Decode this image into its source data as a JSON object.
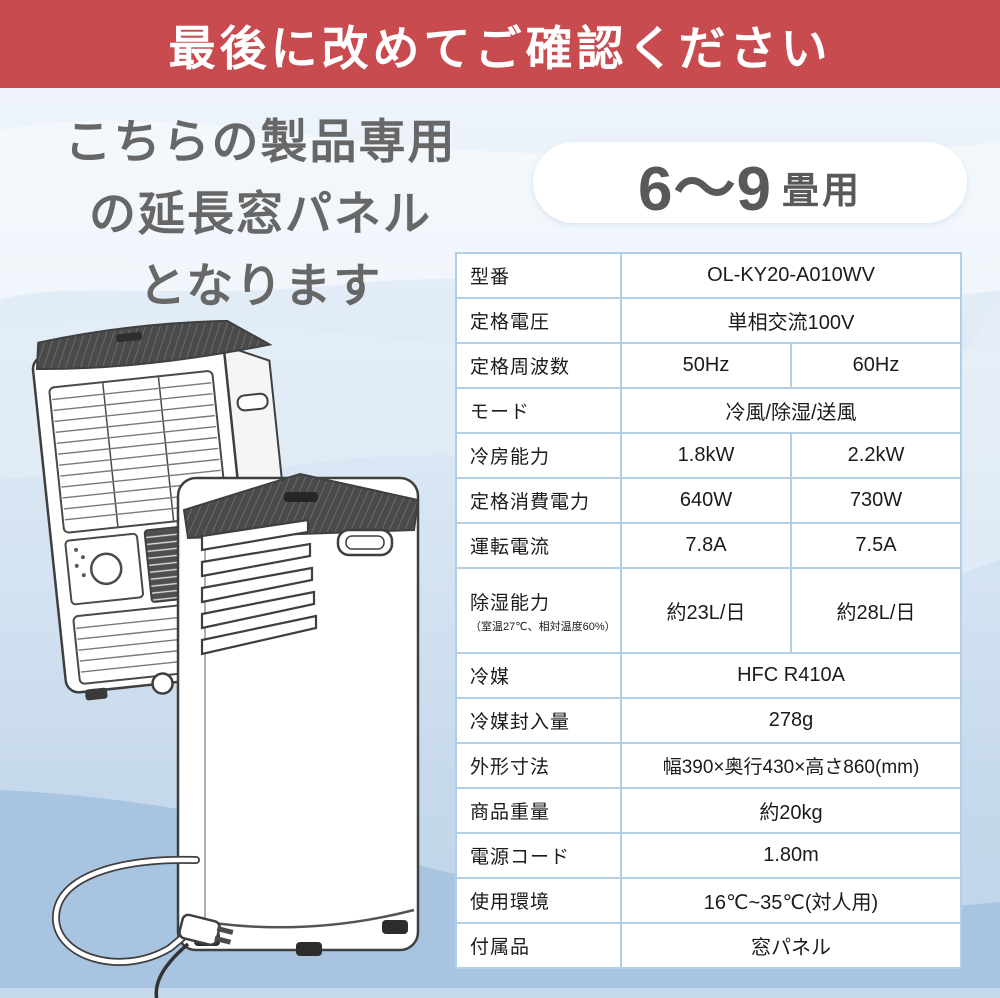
{
  "banner": {
    "title": "最後に改めてご確認ください"
  },
  "headline": {
    "lines": [
      "こちらの製品専用",
      "の延長窓パネル",
      "となります"
    ]
  },
  "badge": {
    "range": "6〜9",
    "suffix": "畳用"
  },
  "spec_table": {
    "rows": [
      {
        "label": "型番",
        "values": [
          "OL-KY20-A010WV"
        ]
      },
      {
        "label": "定格電圧",
        "values": [
          "単相交流100V"
        ]
      },
      {
        "label": "定格周波数",
        "values": [
          "50Hz",
          "60Hz"
        ]
      },
      {
        "label": "モード",
        "values": [
          "冷風/除湿/送風"
        ]
      },
      {
        "label": "冷房能力",
        "values": [
          "1.8kW",
          "2.2kW"
        ]
      },
      {
        "label": "定格消費電力",
        "values": [
          "640W",
          "730W"
        ]
      },
      {
        "label": "運転電流",
        "values": [
          "7.8A",
          "7.5A"
        ]
      },
      {
        "label": "除湿能力",
        "sublabel": "（室温27℃、相対温度60%）",
        "values": [
          "約23L/日",
          "約28L/日"
        ],
        "tall": true
      },
      {
        "label": "冷媒",
        "values": [
          "HFC R410A"
        ]
      },
      {
        "label": "冷媒封入量",
        "values": [
          "278g"
        ]
      },
      {
        "label": "外形寸法",
        "values": [
          "幅390×奥行430×高さ860(mm)"
        ]
      },
      {
        "label": "商品重量",
        "values": [
          "約20kg"
        ]
      },
      {
        "label": "電源コード",
        "values": [
          "1.80m"
        ]
      },
      {
        "label": "使用環境",
        "values": [
          "16℃~35℃(対人用)"
        ]
      },
      {
        "label": "付属品",
        "values": [
          "窓パネル"
        ]
      }
    ]
  },
  "illustration": {
    "description": "portable-air-conditioner-front-and-back-line-art-with-power-plug"
  },
  "colors": {
    "banner_bg": "#c84b50",
    "banner_text": "#ffffff",
    "headline_text": "#676767",
    "badge_bg": "#ffffff",
    "badge_text": "#595959",
    "table_border": "#b3cfe7",
    "table_bg": "#ffffff",
    "table_text": "#1b1b1b",
    "bg_top": "#f3f7fc",
    "bg_mid": "#d3e2f1",
    "bg_deep_wave": "#a8c4e0"
  }
}
